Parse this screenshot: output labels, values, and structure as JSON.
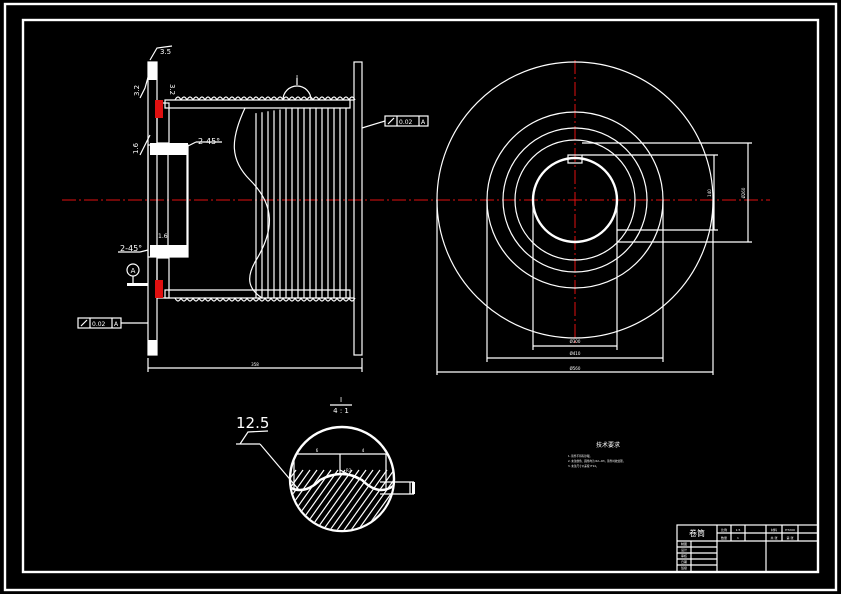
{
  "drawing": {
    "background_color": "#000000",
    "line_color": "#ffffff",
    "centerline_color": "#e01010"
  },
  "side_view": {
    "section_marker": "I",
    "roughness_top": "3.5",
    "roughness_left_upper": "3.2",
    "roughness_right_upper": "3.2",
    "roughness_left_mid": "1.6",
    "roughness_bore": "1.6",
    "chamfer_upper": "2-45°",
    "chamfer_lower": "2-45°",
    "runout_tol_right": "0.02",
    "runout_datum_right": "A",
    "runout_tol_left": "0.02",
    "runout_datum_left": "A",
    "datum_label": "A",
    "overall_length_dim": "358"
  },
  "end_view": {
    "keyway_dim": "140",
    "bore_dim": "Ø260",
    "inner_ring_dim": "Ø300",
    "mid_ring_dim": "Ø410",
    "outer_dim": "Ø560"
  },
  "detail_view": {
    "label": "I",
    "scale": "4 : 1",
    "roughness": "12.5",
    "groove_pitch": "6",
    "groove_width": "4",
    "groove_radius": "R3"
  },
  "technical_requirements": {
    "title": "技术要求",
    "items": [
      "1. 铸件不得有砂眼。",
      "2. 未注倒角、圆角均为 R2~R3，铸件时效处理。",
      "3. 未注尺寸公差按 IT14。"
    ]
  },
  "title_block": {
    "part_name": "卷筒",
    "material_label": "材料",
    "material_value": "HT200",
    "scale_label": "比例",
    "scale_value": "1:5",
    "quantity_label": "数量",
    "quantity_value": "1",
    "sheet_label": "共 张",
    "sheet_value": "第 张",
    "rows": [
      "制图",
      "设计",
      "审核",
      "日期",
      "班级"
    ]
  }
}
